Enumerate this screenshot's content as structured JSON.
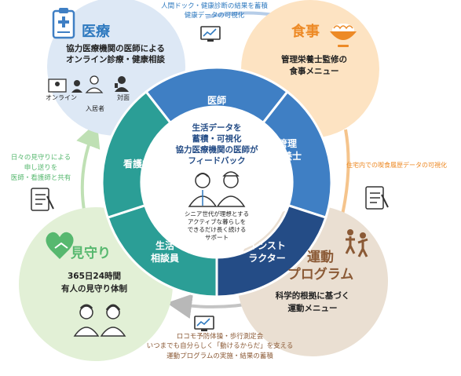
{
  "medical": {
    "title": "医療",
    "line1": "協力医療機関の医師による",
    "line2": "オンライン診療・健康相談",
    "online": "オンライン",
    "inperson": "対面",
    "resident": "入居者"
  },
  "meal": {
    "title": "食事",
    "line1": "管理栄養士監修の",
    "line2": "食事メニュー"
  },
  "exercise": {
    "title1": "運動",
    "title2": "プログラム",
    "line1": "科学的根拠に基づく",
    "line2": "運動メニュー"
  },
  "watch": {
    "title": "見守り",
    "line1": "365日24時間",
    "line2": "有人の見守り体制"
  },
  "notes": {
    "top1": "人間ドック・健康診断の結果を蓄積",
    "top2": "健康データの可視化",
    "right": "住宅内での喫食履歴データの可視化",
    "bottom1": "ロコモ予防体操・歩行測定会",
    "bottom2": "いつまでも自分らしく「動けるからだ」を支える",
    "bottom3": "運動プログラムの実施・結果の蓄積",
    "left1": "日々の見守りによる",
    "left2": "申し送りを",
    "left3": "医師・看護師と共有"
  },
  "ring": {
    "doctor": "医師",
    "dietitian1": "管理",
    "dietitian2": "栄養士",
    "instructor1": "インスト",
    "instructor2": "ラクター",
    "counselor1": "生活",
    "counselor2": "相談員",
    "nurse": "看護師"
  },
  "center": {
    "line1": "生活データを",
    "line2": "蓄積・可視化",
    "line3": "協力医療機関の医師が",
    "line4": "フィードバック",
    "sub1": "シニア世代が理想とする",
    "sub2": "アクティブな暮らしを",
    "sub3": "できるだけ長く続ける",
    "sub4": "サポート"
  },
  "colors": {
    "medical_bg": "#dde8f5",
    "meal_bg": "#fde3c2",
    "exercise_bg": "#eadfd2",
    "watch_bg": "#e2f0d6",
    "blue": "#3f7fc4",
    "navy": "#244c86",
    "teal": "#2b9e96",
    "green": "#57b86f",
    "orange": "#ed8a26",
    "brown": "#8b5a36",
    "title_blue": "#2e79bf"
  }
}
